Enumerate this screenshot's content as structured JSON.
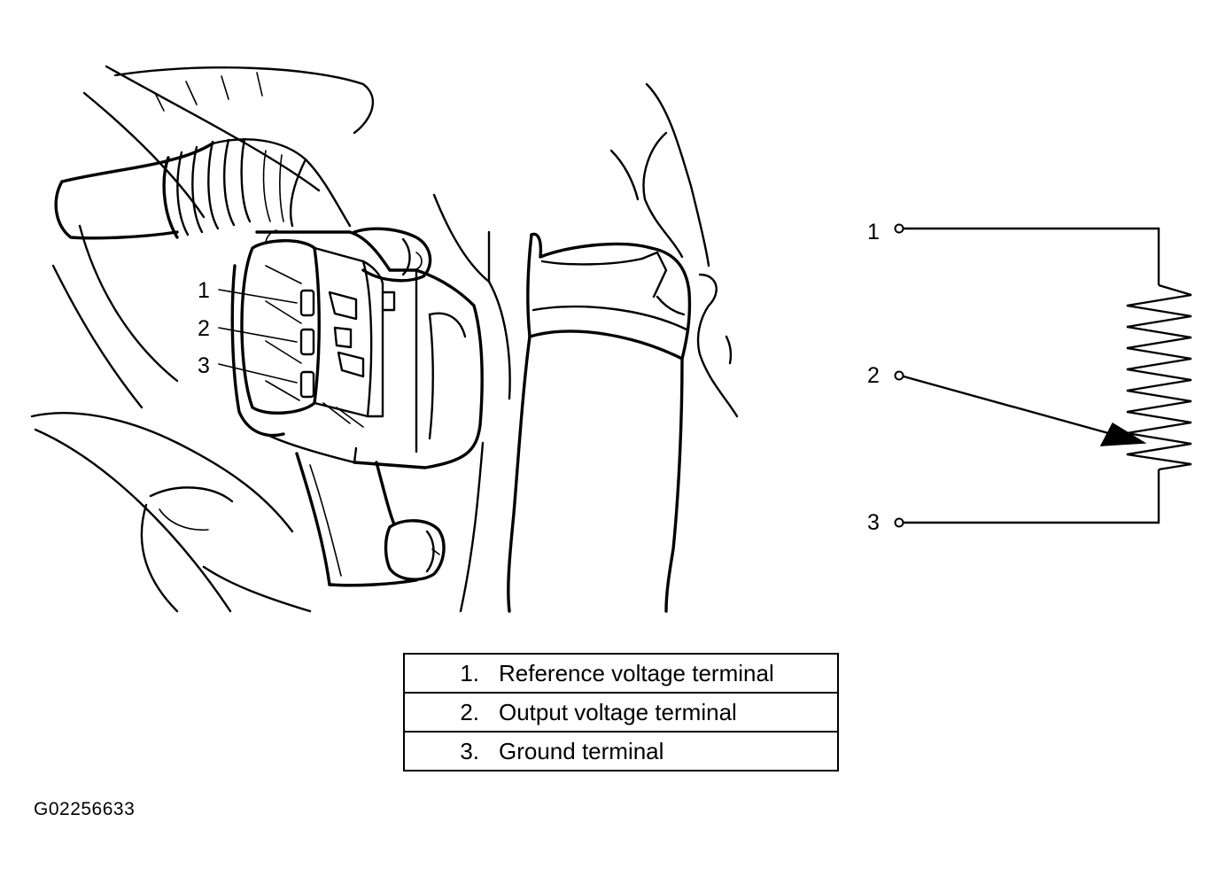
{
  "sensor_callouts": [
    {
      "number": "1"
    },
    {
      "number": "2"
    },
    {
      "number": "3"
    }
  ],
  "schematic_terminals": [
    {
      "number": "1"
    },
    {
      "number": "2"
    },
    {
      "number": "3"
    }
  ],
  "legend": [
    {
      "number": "1.",
      "text": "Reference voltage terminal"
    },
    {
      "number": "2.",
      "text": "Output voltage terminal"
    },
    {
      "number": "3.",
      "text": "Ground terminal"
    }
  ],
  "figure_id": "G02256633"
}
